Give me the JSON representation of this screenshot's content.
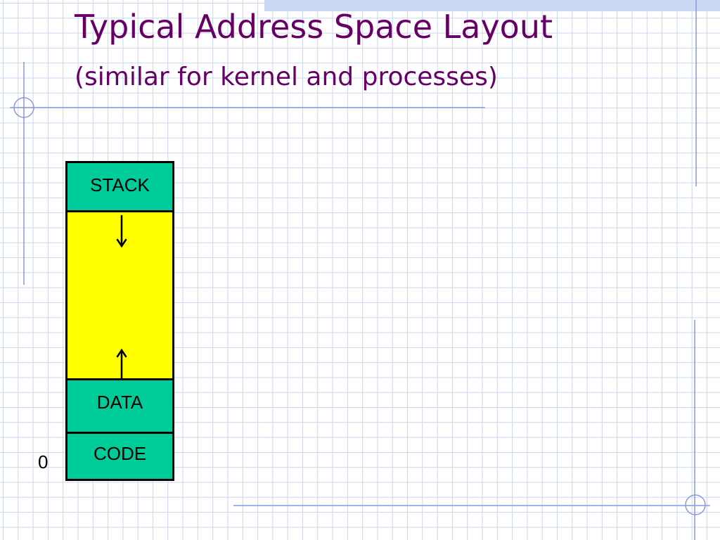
{
  "colors": {
    "title": "#660066",
    "segment_fill": "#00cc99",
    "free_space_fill": "#ffff00",
    "grid_line": "#ccd6ee",
    "accent_line": "#8899dd"
  },
  "slide": {
    "title": "Typical Address Space Layout",
    "subtitle": "(similar for kernel and processes)"
  },
  "diagram": {
    "segments": {
      "stack": "STACK",
      "data": "DATA",
      "code": "CODE"
    },
    "bottom_address": "0"
  }
}
